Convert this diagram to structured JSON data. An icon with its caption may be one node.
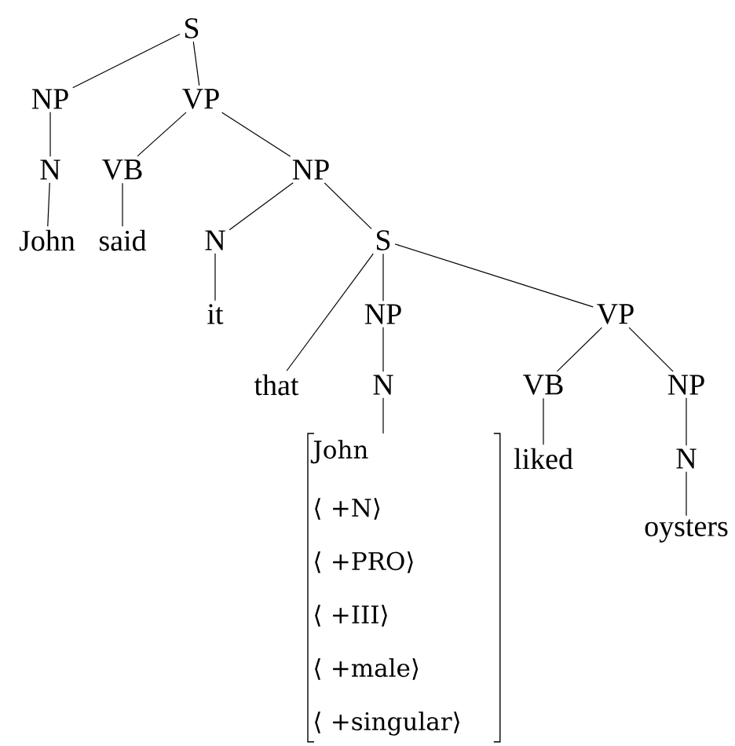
{
  "diagram": {
    "nodes": [
      {
        "text": [
          "S"
        ]
      },
      {
        "text": [
          "NP"
        ]
      },
      {
        "text": [
          "VP"
        ]
      },
      {
        "text": [
          "N"
        ]
      },
      {
        "text": [
          "VB"
        ]
      },
      {
        "text": [
          "NP"
        ]
      },
      {
        "text": [
          "John"
        ]
      },
      {
        "text": [
          "said"
        ]
      },
      {
        "text": [
          "N"
        ]
      },
      {
        "text": [
          "S"
        ]
      },
      {
        "text": [
          "it"
        ]
      },
      {
        "text": [
          "NP"
        ]
      },
      {
        "text": [
          "VP"
        ]
      },
      {
        "text": [
          "that"
        ]
      },
      {
        "text": [
          "N"
        ]
      },
      {
        "text": [
          "VB"
        ]
      },
      {
        "text": [
          "NP"
        ]
      },
      {
        "text": [
          "John",
          "⟨ +N⟩",
          "⟨ +PRO⟩",
          "⟨ +III⟩",
          "⟨ +male⟩",
          "⟨ +singular⟩"
        ]
      },
      {
        "text": [
          "liked"
        ]
      },
      {
        "text": [
          "N"
        ]
      },
      {
        "text": [
          "oysters"
        ]
      }
    ],
    "edges": [
      {
        "from": 0,
        "to": 1,
        "arrow": "none"
      },
      {
        "from": 0,
        "to": 2,
        "arrow": "none"
      },
      {
        "from": 1,
        "to": 3,
        "arrow": "none"
      },
      {
        "from": 2,
        "to": 4,
        "arrow": "none"
      },
      {
        "from": 2,
        "to": 5,
        "arrow": "none"
      },
      {
        "from": 3,
        "to": 6,
        "arrow": "none"
      },
      {
        "from": 4,
        "to": 7,
        "arrow": "none"
      },
      {
        "from": 5,
        "to": 8,
        "arrow": "none"
      },
      {
        "from": 5,
        "to": 9,
        "arrow": "none"
      },
      {
        "from": 8,
        "to": 10,
        "arrow": "none"
      },
      {
        "from": 9,
        "to": 13,
        "arrow": "none"
      },
      {
        "from": 9,
        "to": 11,
        "arrow": "none"
      },
      {
        "from": 9,
        "to": 12,
        "arrow": "none"
      },
      {
        "from": 11,
        "to": 14,
        "arrow": "none"
      },
      {
        "from": 14,
        "to": 17,
        "arrow": "none"
      },
      {
        "from": 12,
        "to": 15,
        "arrow": "none"
      },
      {
        "from": 12,
        "to": 16,
        "arrow": "none"
      },
      {
        "from": 15,
        "to": 18,
        "arrow": "none"
      },
      {
        "from": 16,
        "to": 19,
        "arrow": "none"
      },
      {
        "from": 19,
        "to": 20,
        "arrow": "none"
      }
    ]
  }
}
